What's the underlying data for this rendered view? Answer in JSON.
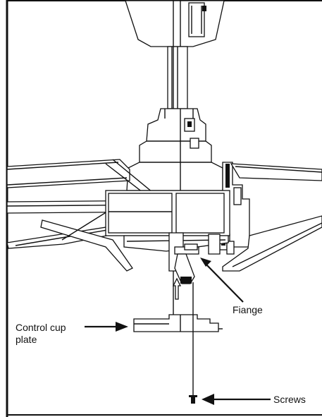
{
  "labels": {
    "flange": "Fiange",
    "control_cup_line1": "Control cup",
    "control_cup_line2": "plate",
    "screws": "Screws"
  },
  "colors": {
    "ink": "#111111",
    "paper": "#ffffff"
  },
  "icons": {
    "arrow": "arrow-pointer-icon"
  }
}
